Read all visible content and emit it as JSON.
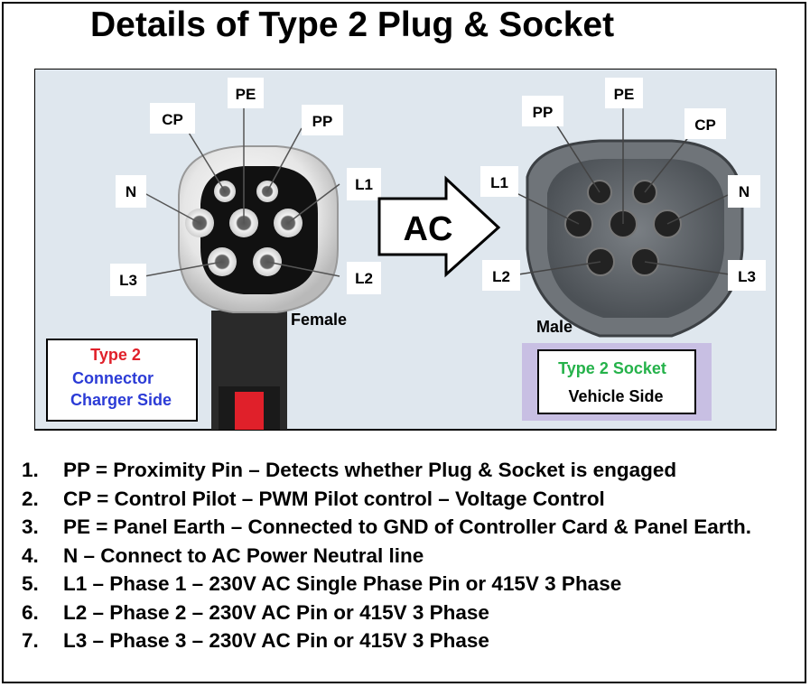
{
  "title": "Details of Type 2 Plug & Socket",
  "plug": {
    "pins": {
      "cp": "CP",
      "pe": "PE",
      "pp": "PP",
      "n": "N",
      "l1": "L1",
      "l3": "L3",
      "l2": "L2"
    },
    "gender": "Female",
    "box": {
      "line1": "Type 2",
      "line2": "Connector",
      "line3": "Charger Side"
    }
  },
  "arrow_label": "AC",
  "socket": {
    "pins": {
      "pp": "PP",
      "pe": "PE",
      "cp": "CP",
      "l1": "L1",
      "n": "N",
      "l2": "L2",
      "l3": "L3"
    },
    "gender": "Male",
    "box": {
      "line1": "Type 2 Socket",
      "line2": "Vehicle Side"
    }
  },
  "colors": {
    "red": "#e0202a",
    "blue": "#2b3bd6",
    "green": "#25b24a",
    "lavender": "#c8bfe3",
    "panel": "#dfe7ee"
  },
  "notes": [
    {
      "num": "1.",
      "text": "PP = Proximity Pin – Detects whether Plug & Socket is engaged"
    },
    {
      "num": "2.",
      "text": "CP = Control Pilot – PWM Pilot control – Voltage Control"
    },
    {
      "num": "3.",
      "text": "PE = Panel Earth – Connected to GND of Controller Card & Panel Earth."
    },
    {
      "num": "4.",
      "text": "N – Connect to AC Power Neutral line"
    },
    {
      "num": "5.",
      "text": "L1 – Phase 1 – 230V AC Single Phase Pin or 415V 3 Phase"
    },
    {
      "num": "6.",
      "text": "L2 – Phase 2 – 230V AC Pin or 415V 3 Phase"
    },
    {
      "num": "7.",
      "text": "L3 – Phase 3 – 230V AC Pin or 415V 3 Phase"
    }
  ]
}
